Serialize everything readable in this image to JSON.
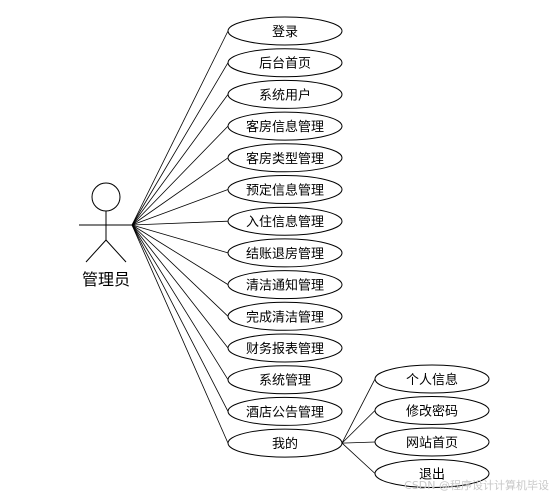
{
  "actor": {
    "label": "管理员"
  },
  "use_cases": [
    "登录",
    "后台首页",
    "系统用户",
    "客房信息管理",
    "客房类型管理",
    "预定信息管理",
    "入住信息管理",
    "结账退房管理",
    "清洁通知管理",
    "完成清洁管理",
    "财务报表管理",
    "系统管理",
    "酒店公告管理",
    "我的"
  ],
  "sub_use_cases": [
    "个人信息",
    "修改密码",
    "网站首页",
    "退出"
  ],
  "watermark": "CSDN @程序设计计算机毕设"
}
